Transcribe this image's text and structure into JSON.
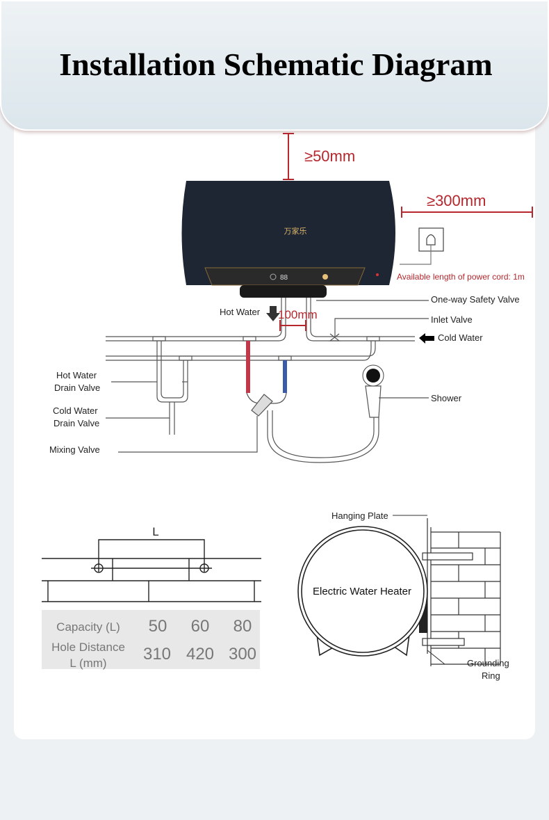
{
  "header": {
    "title": "Installation Schematic Diagram"
  },
  "clearances": {
    "top": "≥50mm",
    "side": "≥300mm",
    "pipe_spacing": "100mm",
    "power_cord": "Available length of power cord: 1m"
  },
  "heater": {
    "brand_logo": "万家乐",
    "display": "88"
  },
  "labels": {
    "one_way_safety_valve": "One-way Safety Valve",
    "inlet_valve": "Inlet Valve",
    "cold_water": "Cold Water",
    "hot_water": "Hot Water",
    "hot_water_drain_valve": [
      "Hot Water",
      "Drain Valve"
    ],
    "cold_water_drain_valve": [
      "Cold Water",
      "Drain Valve"
    ],
    "mixing_valve": "Mixing Valve",
    "shower": "Shower"
  },
  "bracket": {
    "dimension_label": "L"
  },
  "table": {
    "row1_label": "Capacity (L)",
    "row2_label": [
      "Hole Distance",
      "L (mm)"
    ],
    "capacity": [
      "50",
      "60",
      "80"
    ],
    "hole_distance": [
      "310",
      "420",
      "300"
    ]
  },
  "side_view": {
    "heater_label": "Electric Water Heater",
    "hanging_plate": "Hanging Plate",
    "grounding_ring": [
      "Grounding",
      "Ring"
    ]
  },
  "colors": {
    "accent_red": "#b5272d",
    "heater_body": "#1e2533",
    "hot_pipe": "#c0394a",
    "cold_pipe": "#3b5ba8"
  }
}
